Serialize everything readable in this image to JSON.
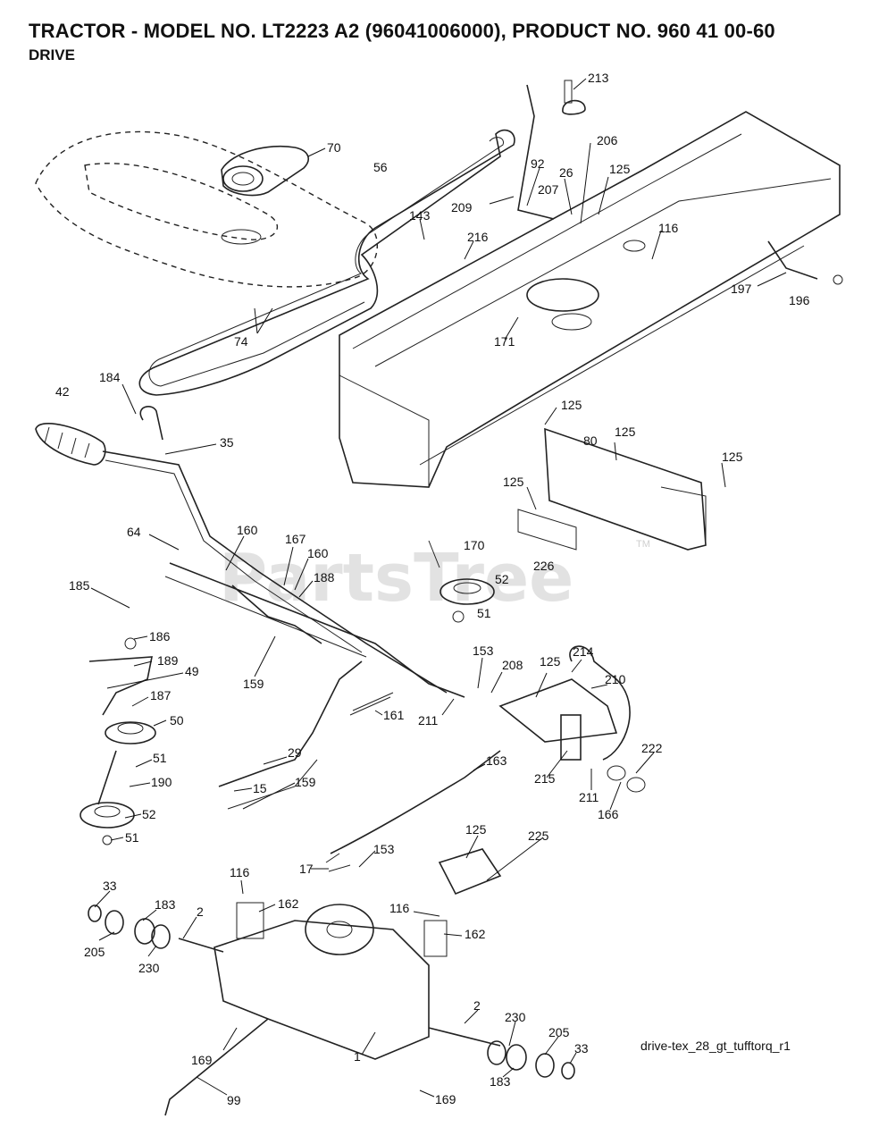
{
  "header": {
    "title": "TRACTOR - MODEL NO. LT2223 A2 (96041006000), PRODUCT NO. 960 41 00-60",
    "subtitle": "DRIVE"
  },
  "watermark": "PartsTree",
  "trademark": "TM",
  "diagram_ref": "drive-tex_28_gt_tufftorq_r1",
  "callouts": [
    {
      "id": "c213",
      "label": "213"
    },
    {
      "id": "c70",
      "label": "70"
    },
    {
      "id": "c56",
      "label": "56"
    },
    {
      "id": "c206",
      "label": "206"
    },
    {
      "id": "c92",
      "label": "92"
    },
    {
      "id": "c26",
      "label": "26"
    },
    {
      "id": "c125a",
      "label": "125"
    },
    {
      "id": "c207",
      "label": "207"
    },
    {
      "id": "c209",
      "label": "209"
    },
    {
      "id": "c143",
      "label": "143"
    },
    {
      "id": "c216",
      "label": "216"
    },
    {
      "id": "c116a",
      "label": "116"
    },
    {
      "id": "c197",
      "label": "197"
    },
    {
      "id": "c196",
      "label": "196"
    },
    {
      "id": "c74",
      "label": "74"
    },
    {
      "id": "c171",
      "label": "171"
    },
    {
      "id": "c42",
      "label": "42"
    },
    {
      "id": "c184",
      "label": "184"
    },
    {
      "id": "c35",
      "label": "35"
    },
    {
      "id": "c125b",
      "label": "125"
    },
    {
      "id": "c80",
      "label": "80"
    },
    {
      "id": "c125c",
      "label": "125"
    },
    {
      "id": "c125d",
      "label": "125"
    },
    {
      "id": "c125e",
      "label": "125"
    },
    {
      "id": "c64",
      "label": "64"
    },
    {
      "id": "c160a",
      "label": "160"
    },
    {
      "id": "c167",
      "label": "167"
    },
    {
      "id": "c160b",
      "label": "160"
    },
    {
      "id": "c188",
      "label": "188"
    },
    {
      "id": "c170",
      "label": "170"
    },
    {
      "id": "c226",
      "label": "226"
    },
    {
      "id": "c52a",
      "label": "52"
    },
    {
      "id": "c51a",
      "label": "51"
    },
    {
      "id": "c185",
      "label": "185"
    },
    {
      "id": "c186",
      "label": "186"
    },
    {
      "id": "c189",
      "label": "189"
    },
    {
      "id": "c49",
      "label": "49"
    },
    {
      "id": "c187",
      "label": "187"
    },
    {
      "id": "c50",
      "label": "50"
    },
    {
      "id": "c159a",
      "label": "159"
    },
    {
      "id": "c153a",
      "label": "153"
    },
    {
      "id": "c208",
      "label": "208"
    },
    {
      "id": "c125f",
      "label": "125"
    },
    {
      "id": "c214",
      "label": "214"
    },
    {
      "id": "c210",
      "label": "210"
    },
    {
      "id": "c161",
      "label": "161"
    },
    {
      "id": "c211a",
      "label": "211"
    },
    {
      "id": "c29",
      "label": "29"
    },
    {
      "id": "c163",
      "label": "163"
    },
    {
      "id": "c222",
      "label": "222"
    },
    {
      "id": "c51b",
      "label": "51"
    },
    {
      "id": "c190",
      "label": "190"
    },
    {
      "id": "c15",
      "label": "15"
    },
    {
      "id": "c159b",
      "label": "159"
    },
    {
      "id": "c215",
      "label": "215"
    },
    {
      "id": "c211b",
      "label": "211"
    },
    {
      "id": "c166",
      "label": "166"
    },
    {
      "id": "c52b",
      "label": "52"
    },
    {
      "id": "c51c",
      "label": "51"
    },
    {
      "id": "c125g",
      "label": "125"
    },
    {
      "id": "c225",
      "label": "225"
    },
    {
      "id": "c17",
      "label": "17"
    },
    {
      "id": "c153b",
      "label": "153"
    },
    {
      "id": "c116b",
      "label": "116"
    },
    {
      "id": "c33a",
      "label": "33"
    },
    {
      "id": "c183a",
      "label": "183"
    },
    {
      "id": "c2a",
      "label": "2"
    },
    {
      "id": "c162a",
      "label": "162"
    },
    {
      "id": "c116c",
      "label": "116"
    },
    {
      "id": "c162b",
      "label": "162"
    },
    {
      "id": "c205a",
      "label": "205"
    },
    {
      "id": "c230a",
      "label": "230"
    },
    {
      "id": "c2b",
      "label": "2"
    },
    {
      "id": "c230b",
      "label": "230"
    },
    {
      "id": "c205b",
      "label": "205"
    },
    {
      "id": "c33b",
      "label": "33"
    },
    {
      "id": "c169a",
      "label": "169"
    },
    {
      "id": "c1",
      "label": "1"
    },
    {
      "id": "c183b",
      "label": "183"
    },
    {
      "id": "c99",
      "label": "99"
    },
    {
      "id": "c169b",
      "label": "169"
    }
  ]
}
